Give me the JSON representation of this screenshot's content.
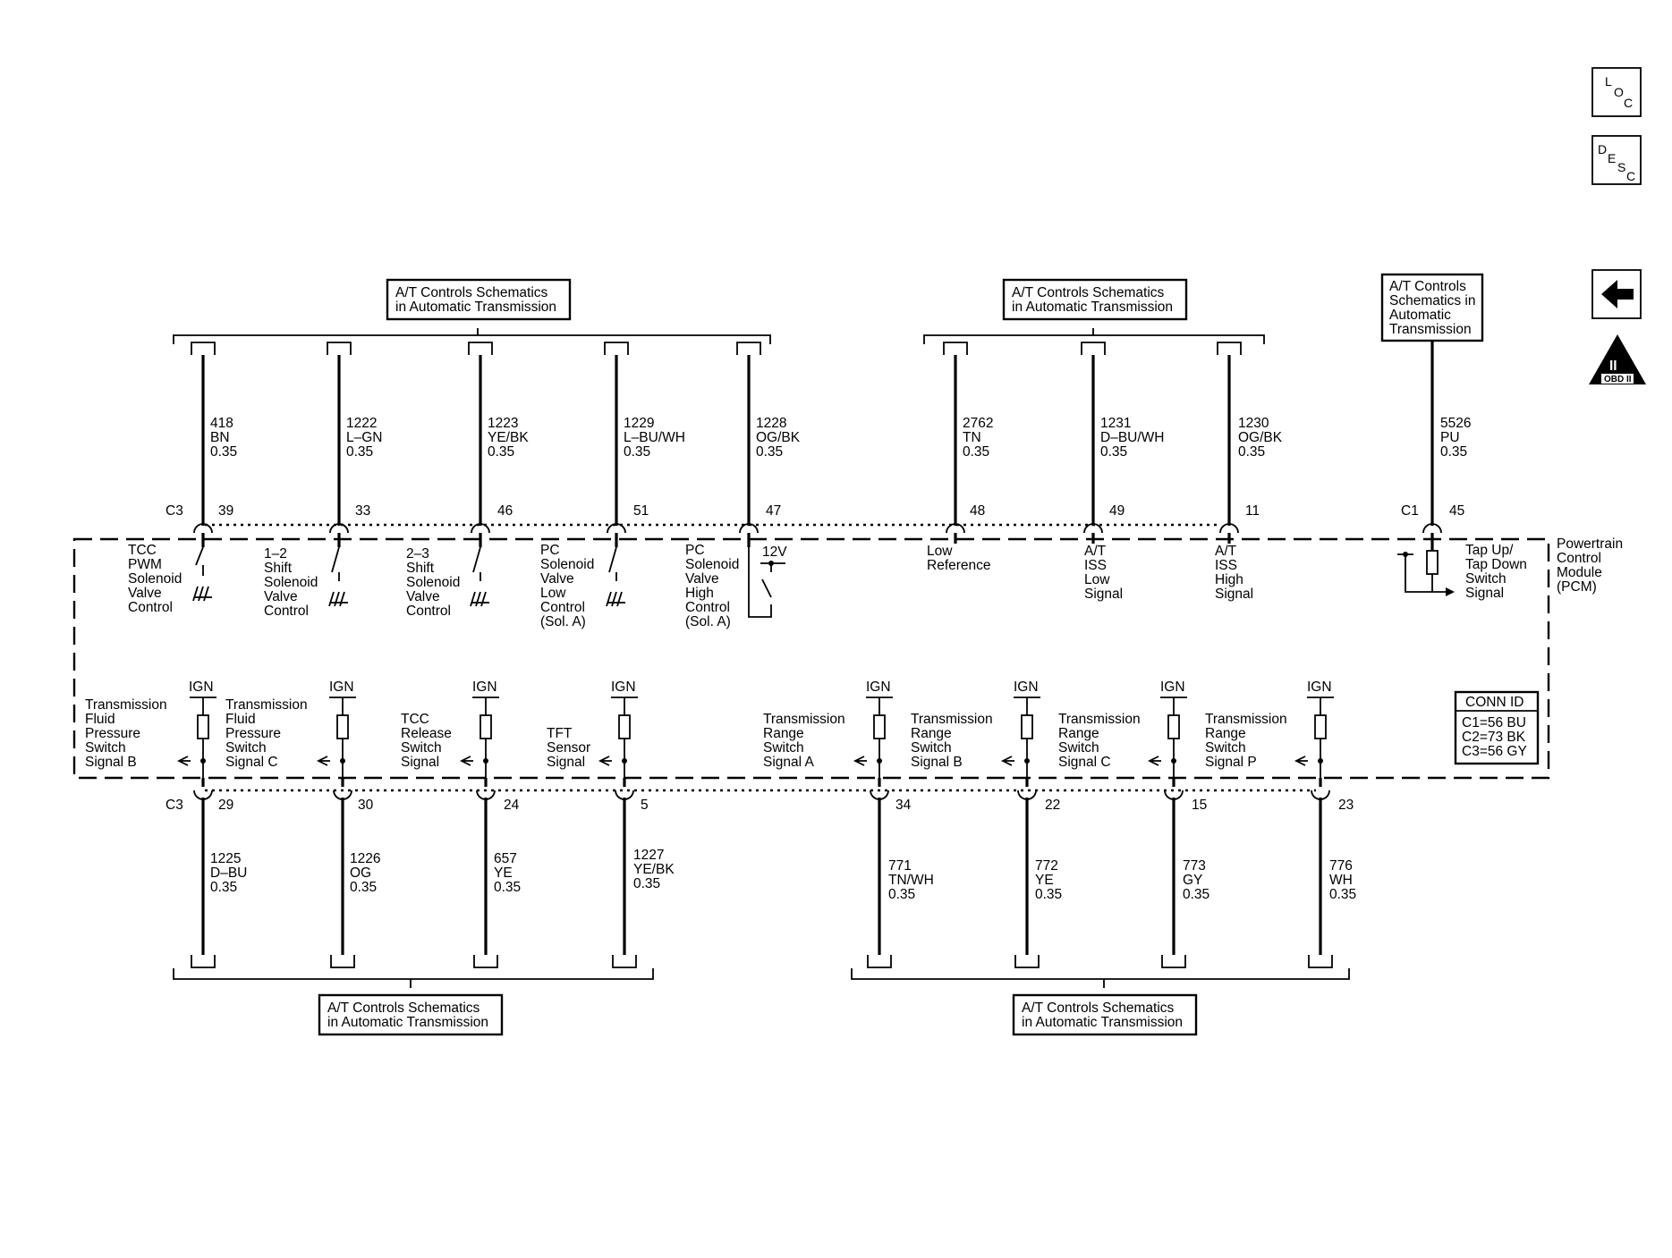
{
  "nav": {
    "loc": [
      "L",
      "O",
      "C"
    ],
    "desc": [
      "D",
      "E",
      "S",
      "C"
    ],
    "obd_numeral": "II",
    "obd_label": "OBD II"
  },
  "references": {
    "top_left": [
      "A/T Controls Schematics",
      "in Automatic Transmission"
    ],
    "top_mid": [
      "A/T Controls Schematics",
      "in Automatic Transmission"
    ],
    "top_right": [
      "A/T Controls",
      "Schematics in",
      "Automatic",
      "Transmission"
    ],
    "bottom_left": [
      "A/T Controls Schematics",
      "in Automatic Transmission"
    ],
    "bottom_right": [
      "A/T Controls Schematics",
      "in Automatic Transmission"
    ]
  },
  "module": {
    "label": [
      "Powertrain",
      "Control",
      "Module",
      "(PCM)"
    ],
    "conn_id_title": "CONN ID",
    "conn_ids": [
      "C1=56 BU",
      "C2=73 BK",
      "C3=56 GY"
    ]
  },
  "top_pins": [
    {
      "conn": "C3",
      "pin": "39",
      "wire": [
        "418",
        "BN",
        "0.35"
      ],
      "label": [
        "TCC",
        "PWM",
        "Solenoid",
        "Valve",
        "Control"
      ]
    },
    {
      "conn": "",
      "pin": "33",
      "wire": [
        "1222",
        "L–GN",
        "0.35"
      ],
      "label": [
        "1–2",
        "Shift",
        "Solenoid",
        "Valve",
        "Control"
      ]
    },
    {
      "conn": "",
      "pin": "46",
      "wire": [
        "1223",
        "YE/BK",
        "0.35"
      ],
      "label": [
        "2–3",
        "Shift",
        "Solenoid",
        "Valve",
        "Control"
      ]
    },
    {
      "conn": "",
      "pin": "51",
      "wire": [
        "1229",
        "L–BU/WH",
        "0.35"
      ],
      "label": [
        "PC",
        "Solenoid",
        "Valve",
        "Low",
        "Control",
        "(Sol. A)"
      ]
    },
    {
      "conn": "",
      "pin": "47",
      "wire": [
        "1228",
        "OG/BK",
        "0.35"
      ],
      "label": [
        "PC",
        "Solenoid",
        "Valve",
        "High",
        "Control",
        "(Sol. A)"
      ]
    },
    {
      "conn": "",
      "pin": "48",
      "wire": [
        "2762",
        "TN",
        "0.35"
      ],
      "label": [
        "Low",
        "Reference"
      ]
    },
    {
      "conn": "",
      "pin": "49",
      "wire": [
        "1231",
        "D–BU/WH",
        "0.35"
      ],
      "label": [
        "A/T",
        "ISS",
        "Low",
        "Signal"
      ]
    },
    {
      "conn": "",
      "pin": "11",
      "wire": [
        "1230",
        "OG/BK",
        "0.35"
      ],
      "label": [
        "A/T",
        "ISS",
        "High",
        "Signal"
      ]
    },
    {
      "conn": "C1",
      "pin": "45",
      "wire": [
        "5526",
        "PU",
        "0.35"
      ],
      "label": [
        "Tap Up/",
        "Tap Down",
        "Switch",
        "Signal"
      ]
    }
  ],
  "supply_label": "12V",
  "ign_label": "IGN",
  "bottom_pins": [
    {
      "conn": "C3",
      "pin": "29",
      "wire": [
        "1225",
        "D–BU",
        "0.35"
      ],
      "label": [
        "Transmission",
        "Fluid",
        "Pressure",
        "Switch",
        "Signal B"
      ]
    },
    {
      "conn": "",
      "pin": "30",
      "wire": [
        "1226",
        "OG",
        "0.35"
      ],
      "label": [
        "Transmission",
        "Fluid",
        "Pressure",
        "Switch",
        "Signal C"
      ]
    },
    {
      "conn": "",
      "pin": "24",
      "wire": [
        "657",
        "YE",
        "0.35"
      ],
      "label": [
        "TCC",
        "Release",
        "Switch",
        "Signal"
      ]
    },
    {
      "conn": "",
      "pin": "5",
      "wire": [
        "1227",
        "YE/BK",
        "0.35"
      ],
      "label": [
        "TFT",
        "Sensor",
        "Signal"
      ]
    },
    {
      "conn": "",
      "pin": "34",
      "wire": [
        "771",
        "TN/WH",
        "0.35"
      ],
      "label": [
        "Transmission",
        "Range",
        "Switch",
        "Signal A"
      ]
    },
    {
      "conn": "",
      "pin": "22",
      "wire": [
        "772",
        "YE",
        "0.35"
      ],
      "label": [
        "Transmission",
        "Range",
        "Switch",
        "Signal B"
      ]
    },
    {
      "conn": "",
      "pin": "15",
      "wire": [
        "773",
        "GY",
        "0.35"
      ],
      "label": [
        "Transmission",
        "Range",
        "Switch",
        "Signal C"
      ]
    },
    {
      "conn": "",
      "pin": "23",
      "wire": [
        "776",
        "WH",
        "0.35"
      ],
      "label": [
        "Transmission",
        "Range",
        "Switch",
        "Signal P"
      ]
    }
  ]
}
